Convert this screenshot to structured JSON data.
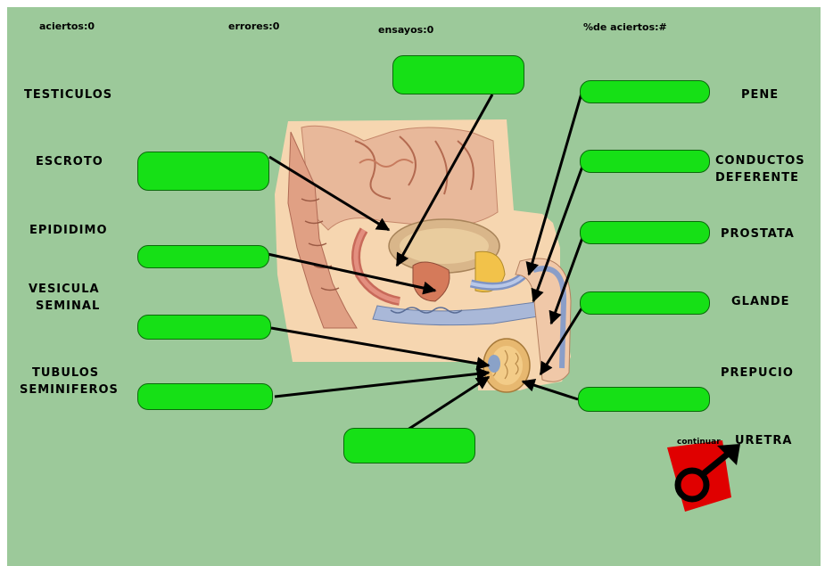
{
  "scoreboard": {
    "aciertos": "aciertos:0",
    "errores": "errores:0",
    "ensayos": "ensayos:0",
    "porcentaje": "%de aciertos:#"
  },
  "terms_left": [
    {
      "id": "testiculos",
      "lines": [
        "TESTICULOS"
      ]
    },
    {
      "id": "escroto",
      "lines": [
        "ESCROTO"
      ]
    },
    {
      "id": "epididimo",
      "lines": [
        "EPIDIDIMO"
      ]
    },
    {
      "id": "vesicula-seminal",
      "lines": [
        "VESICULA",
        "SEMINAL"
      ]
    },
    {
      "id": "tubulos-seminiferos",
      "lines": [
        "TUBULOS",
        "SEMINIFEROS"
      ]
    }
  ],
  "terms_right": [
    {
      "id": "pene",
      "lines": [
        "PENE"
      ]
    },
    {
      "id": "conductos-deferente",
      "lines": [
        "CONDUCTOS",
        "DEFERENTE"
      ]
    },
    {
      "id": "prostata",
      "lines": [
        "PROSTATA"
      ]
    },
    {
      "id": "glande",
      "lines": [
        "GLANDE"
      ]
    },
    {
      "id": "prepucio",
      "lines": [
        "PREPUCIO"
      ]
    },
    {
      "id": "uretra",
      "lines": [
        "URETRA"
      ]
    }
  ],
  "continue": {
    "label": "continuar",
    "icon": "male-symbol-icon",
    "bg_color": "#e00000"
  },
  "colors": {
    "background": "#9cc99a",
    "drop_zone": "#16e016",
    "drop_border": "#0a6a0a",
    "arrow": "#000000"
  }
}
